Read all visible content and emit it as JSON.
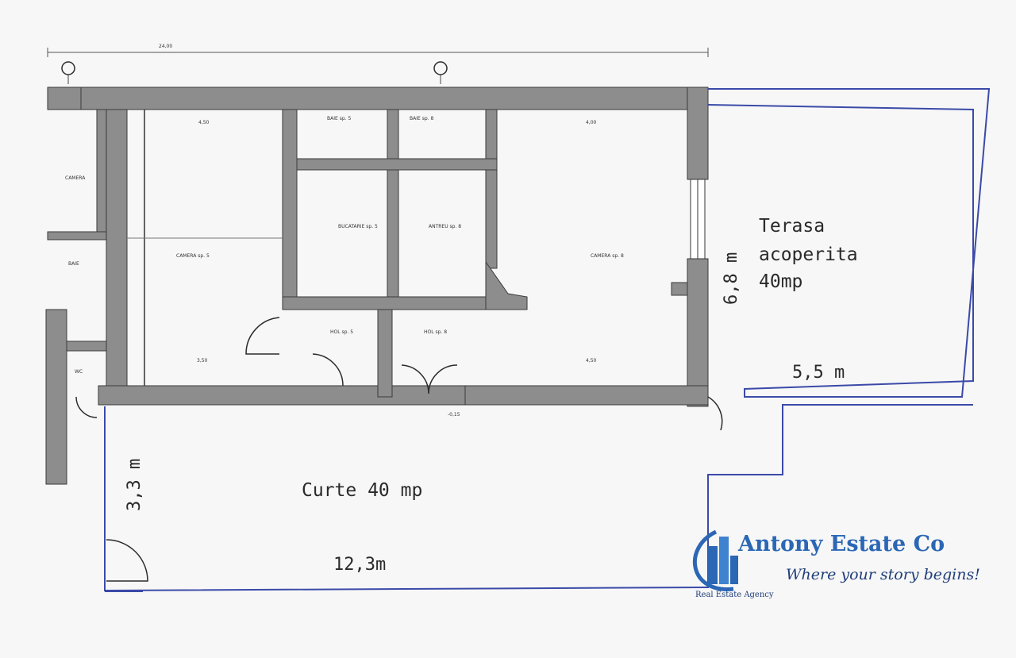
{
  "labels": {
    "terrace_line1": "Terasa",
    "terrace_line2": "acoperita",
    "terrace_line3": "40mp",
    "terrace_height": "6,8 m",
    "terrace_width": "5,5 m",
    "yard": "Curte 40 mp",
    "yard_height": "3,3 m",
    "yard_width": "12,3m"
  },
  "rooms": {
    "camera_left": "CAMERA",
    "baie_left": "BAIE",
    "wc": "WC",
    "camera_s": "CAMERA sp. 5",
    "baie_top1": "BAIE sp. 5",
    "baie_top2": "BAIE sp. 8",
    "bucatarie": "BUCATARIE sp. 5",
    "anterieur": "ANTREU sp. 8",
    "hol_s": "HOL sp. 5",
    "hol_8": "HOL sp. 8",
    "camera_8": "CAMERA sp. 8"
  },
  "dimensions": {
    "overall": "24,00",
    "camera_s_width": "4,50",
    "camera_8_width": "4,00",
    "camera_s_bottom": "3,50",
    "camera_8_bottom": "4,50",
    "entrance_level": "-0,15"
  },
  "brand": {
    "name": "Antony Estate Co",
    "tagline": "Where your story begins!",
    "subtitle": "Real Estate Agency",
    "color": "#2b67b5"
  }
}
